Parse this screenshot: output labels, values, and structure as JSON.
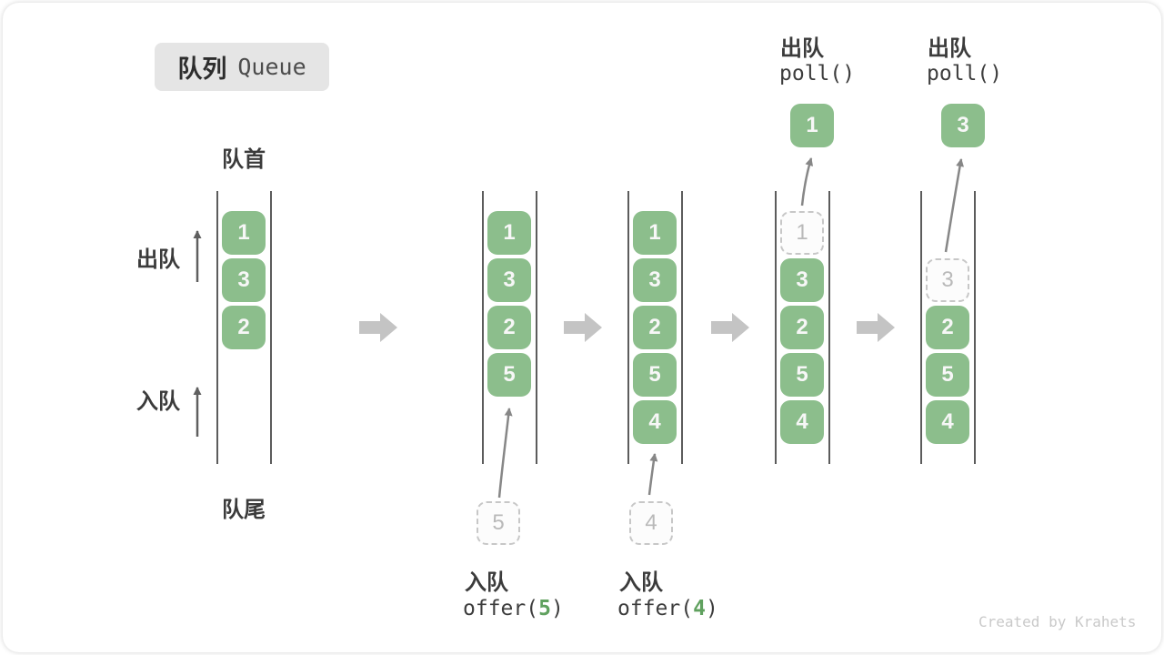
{
  "title": {
    "zh": "队列",
    "en": "Queue"
  },
  "side_labels": {
    "front": "队首",
    "rear": "队尾",
    "dequeue": "出队",
    "enqueue": "入队"
  },
  "columns": [
    {
      "cells": [
        {
          "v": "1"
        },
        {
          "v": "3"
        },
        {
          "v": "2"
        }
      ]
    },
    {
      "cells": [
        {
          "v": "1"
        },
        {
          "v": "3"
        },
        {
          "v": "2"
        },
        {
          "v": "5"
        }
      ],
      "incoming": "5"
    },
    {
      "cells": [
        {
          "v": "1"
        },
        {
          "v": "3"
        },
        {
          "v": "2"
        },
        {
          "v": "5"
        },
        {
          "v": "4"
        }
      ],
      "incoming": "4"
    },
    {
      "cells": [
        {
          "v": "1"
        },
        {
          "v": "3"
        },
        {
          "v": "2"
        },
        {
          "v": "5"
        },
        {
          "v": "4"
        }
      ],
      "outgoing": "1"
    },
    {
      "cells": [
        {
          "v": "3"
        },
        {
          "v": "2"
        },
        {
          "v": "5"
        },
        {
          "v": "4"
        }
      ],
      "outgoing": "3"
    }
  ],
  "operations": {
    "enqueue5": {
      "label": "入队",
      "fn": "offer(",
      "arg": "5",
      "close": ")"
    },
    "enqueue4": {
      "label": "入队",
      "fn": "offer(",
      "arg": "4",
      "close": ")"
    },
    "poll1": {
      "label": "出队",
      "code": "poll()"
    },
    "poll2": {
      "label": "出队",
      "code": "poll()"
    }
  },
  "watermark": "Created by Krahets",
  "colors": {
    "cell_green": "#8cbe8c",
    "cell_text": "#f7f7f7",
    "ghost_border": "#c7c7c7",
    "block_arrow": "#c4c4c4",
    "label_text": "#3b3b3b",
    "code_green": "#60a15f"
  }
}
